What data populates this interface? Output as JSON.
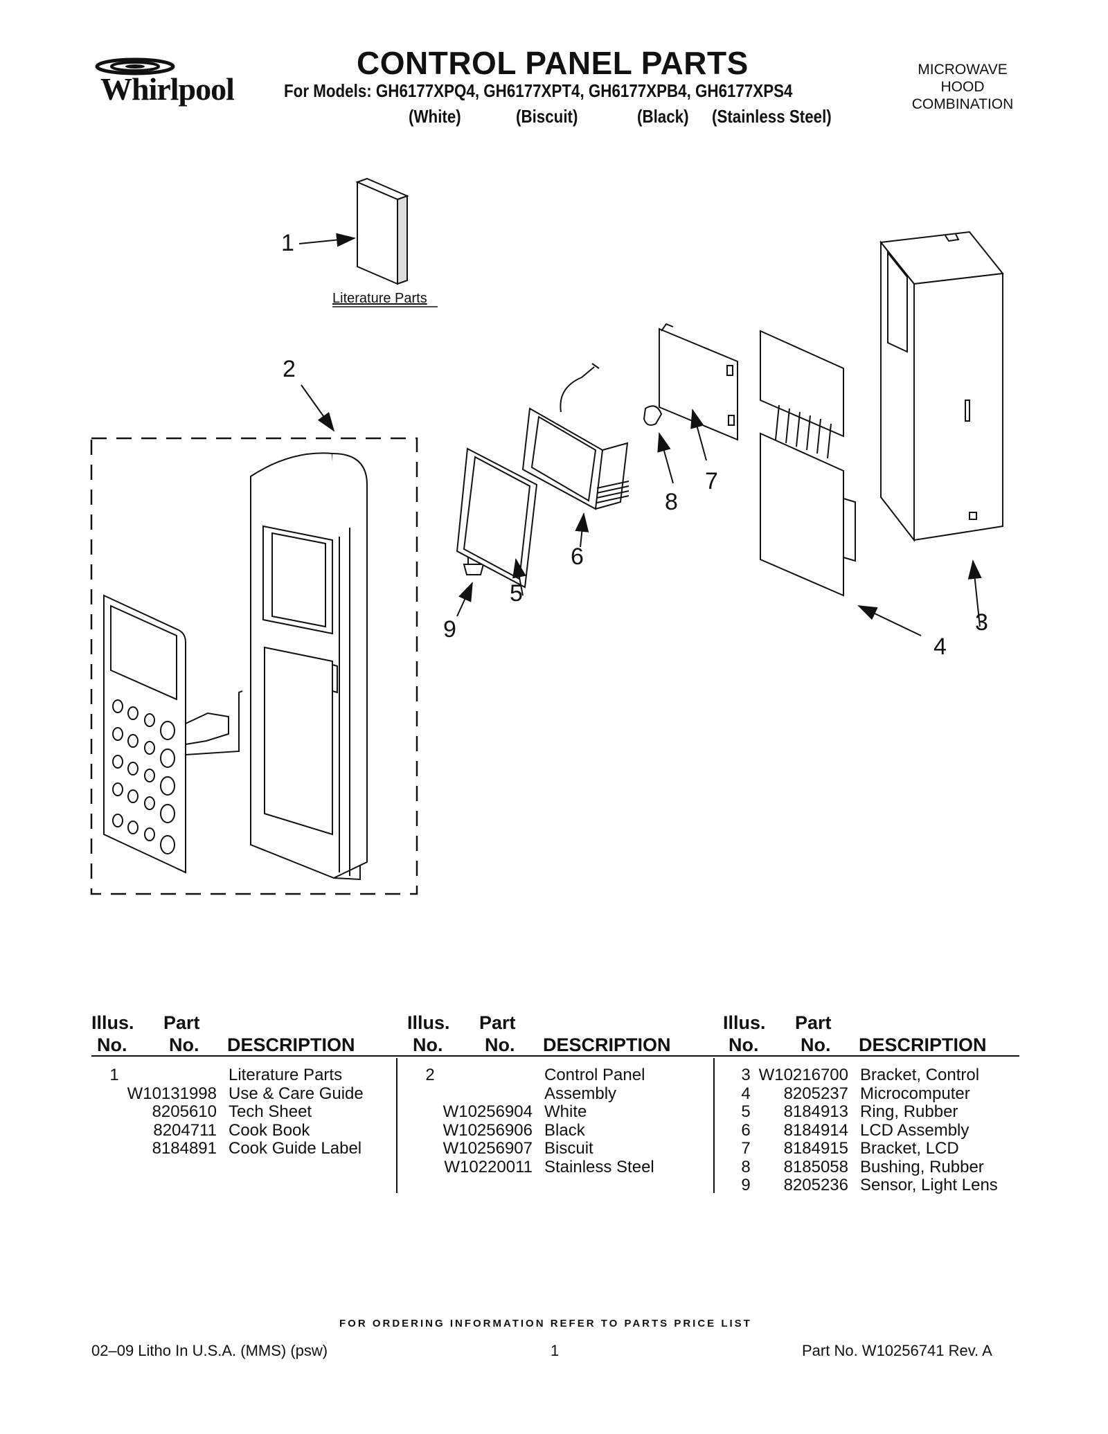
{
  "brand": {
    "name": "Whirlpool"
  },
  "header": {
    "title": "CONTROL PANEL PARTS",
    "models_line": "For Models: GH6177XPQ4, GH6177XPT4, GH6177XPB4, GH6177XPS4",
    "colors": [
      "(White)",
      "(Biscuit)",
      "(Black)",
      "(Stainless Steel)"
    ],
    "category_lines": [
      "MICROWAVE",
      "HOOD",
      "COMBINATION"
    ]
  },
  "diagram": {
    "literature_label": "Literature Parts",
    "callouts": [
      "1",
      "2",
      "3",
      "4",
      "5",
      "6",
      "7",
      "8",
      "9"
    ]
  },
  "table": {
    "headers": {
      "illus_top": "Illus.",
      "illus_bottom": "No.",
      "part_top": "Part",
      "part_bottom": "No.",
      "description": "DESCRIPTION"
    },
    "columns": [
      [
        {
          "illus": "1",
          "part": "",
          "desc": "Literature Parts"
        },
        {
          "illus": "",
          "part": "W10131998",
          "desc": "Use & Care Guide"
        },
        {
          "illus": "",
          "part": "8205610",
          "desc": "Tech Sheet"
        },
        {
          "illus": "",
          "part": "8204711",
          "desc": "Cook Book"
        },
        {
          "illus": "",
          "part": "8184891",
          "desc": "Cook Guide Label"
        }
      ],
      [
        {
          "illus": "2",
          "part": "",
          "desc": "Control Panel"
        },
        {
          "illus": "",
          "part": "",
          "desc": "Assembly"
        },
        {
          "illus": "",
          "part": "W10256904",
          "desc": "White"
        },
        {
          "illus": "",
          "part": "W10256906",
          "desc": "Black"
        },
        {
          "illus": "",
          "part": "W10256907",
          "desc": "Biscuit"
        },
        {
          "illus": "",
          "part": "W10220011",
          "desc": "Stainless Steel"
        }
      ],
      [
        {
          "illus": "3",
          "part": "W10216700",
          "desc": "Bracket, Control"
        },
        {
          "illus": "4",
          "part": "8205237",
          "desc": "Microcomputer"
        },
        {
          "illus": "5",
          "part": "8184913",
          "desc": "Ring, Rubber"
        },
        {
          "illus": "6",
          "part": "8184914",
          "desc": "LCD Assembly"
        },
        {
          "illus": "7",
          "part": "8184915",
          "desc": "Bracket, LCD"
        },
        {
          "illus": "8",
          "part": "8185058",
          "desc": "Bushing, Rubber"
        },
        {
          "illus": "9",
          "part": "8205236",
          "desc": "Sensor, Light Lens"
        }
      ]
    ]
  },
  "footer": {
    "ordering_note": "FOR ORDERING INFORMATION REFER TO PARTS PRICE LIST",
    "litho": "02–09 Litho In U.S.A. (MMS) (psw)",
    "page": "1",
    "part_no": "Part No. W10256741 Rev. A"
  }
}
